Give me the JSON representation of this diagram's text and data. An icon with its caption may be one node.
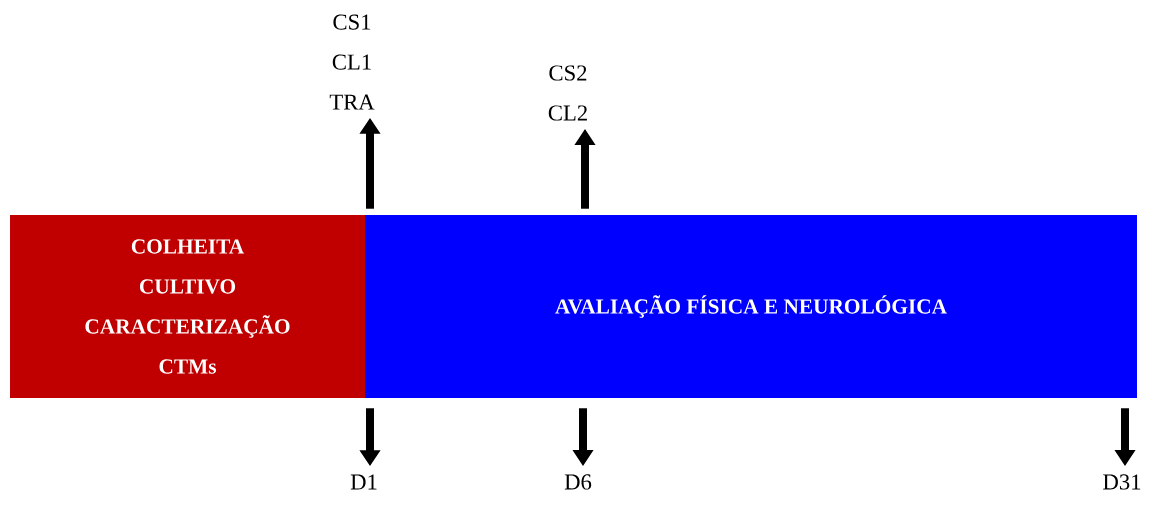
{
  "diagram": {
    "nodes": [
      {
        "text": [
          "COLHEITA",
          "CULTIVO",
          "CARACTERIZAÇÃO",
          "CTMs"
        ]
      },
      {
        "text": [
          "AVALIAÇÃO FÍSICA E  NEUROLÓGICA"
        ]
      },
      {
        "text": [
          "CS1",
          "CL1",
          "TRA"
        ]
      },
      {
        "text": [
          "CS2",
          "CL2"
        ]
      },
      {
        "text": [
          "D1"
        ]
      },
      {
        "text": [
          "D6"
        ]
      },
      {
        "text": [
          "D31"
        ]
      }
    ],
    "edges": [
      {
        "from": 1,
        "to": 2,
        "arrow": "to"
      },
      {
        "from": 1,
        "to": 3,
        "arrow": "to"
      },
      {
        "from": 1,
        "to": 4,
        "arrow": "to"
      },
      {
        "from": 1,
        "to": 5,
        "arrow": "to"
      },
      {
        "from": 1,
        "to": 6,
        "arrow": "to"
      }
    ]
  }
}
